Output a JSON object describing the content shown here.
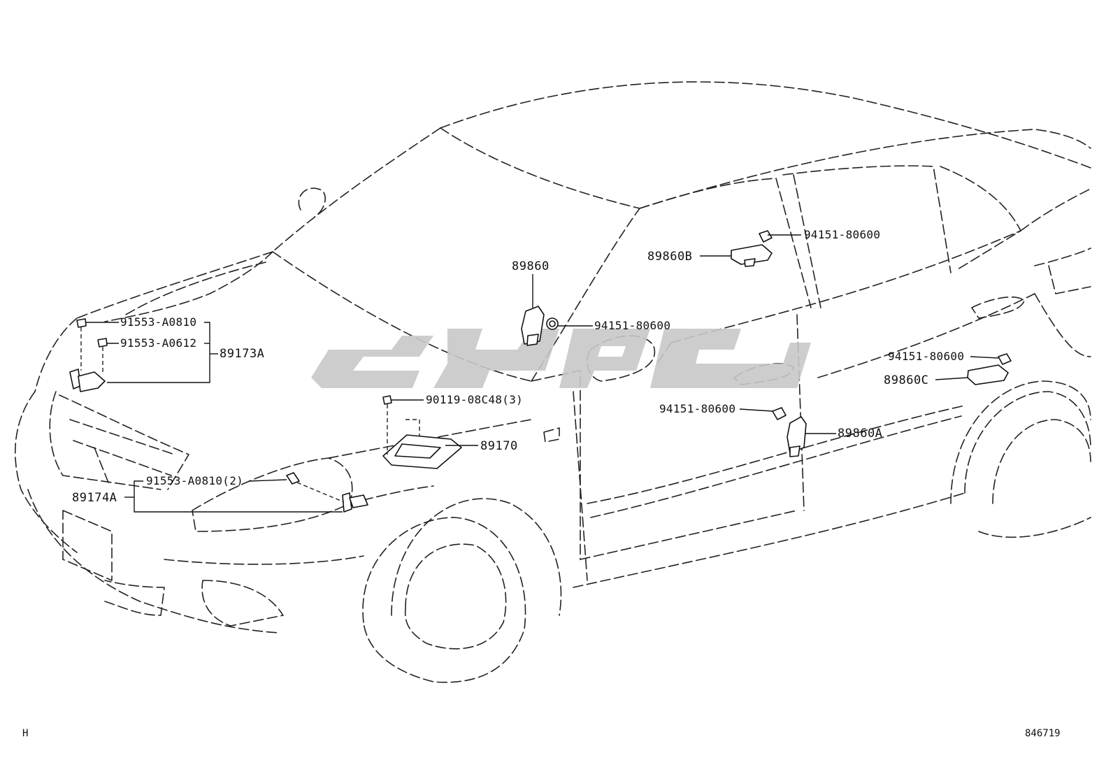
{
  "labels": {
    "p89860": "89860",
    "p89860B": "89860B",
    "p94151_80600_top": "94151-80600",
    "p94151_80600_mid": "94151-80600",
    "p94151_80600_right": "94151-80600",
    "p94151_80600_lower": "94151-80600",
    "p89860C": "89860C",
    "p89860A": "89860A",
    "p91553_A0810": "91553-A0810",
    "p91553_A0612": "91553-A0612",
    "p89173A": "89173A",
    "p90119_08C48": "90119-08C48(3)",
    "p89170": "89170",
    "p91553_A0810_2": "91553-A0810(2)",
    "p89174A": "89174A"
  },
  "footer": {
    "left_mark": "H",
    "diagram_number": "846719"
  },
  "colors": {
    "line": "#222222",
    "watermark": "#c8c8c8"
  }
}
